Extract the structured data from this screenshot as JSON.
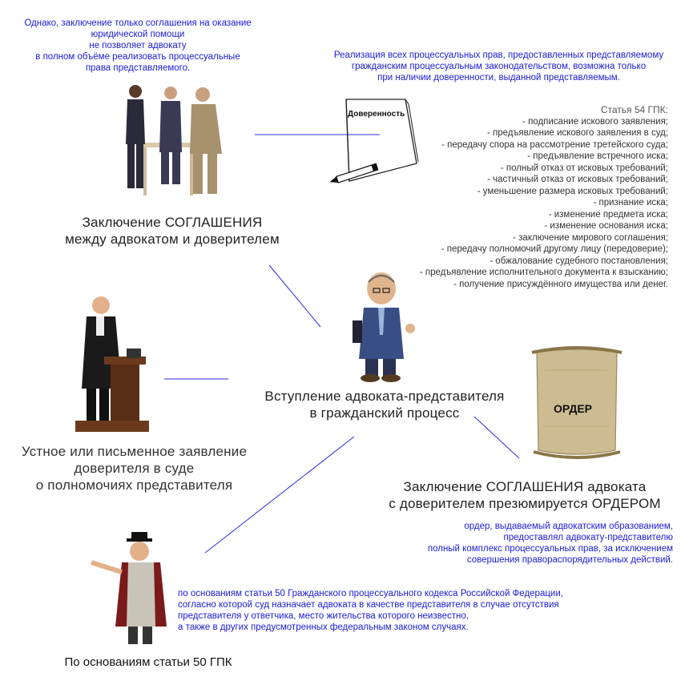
{
  "top_left_note": [
    "Однако, заключение только соглашения на оказание юридической помощи",
    "не позволяет адвокату",
    "в полном объёме реализовать процессуальные",
    "права представляемого."
  ],
  "top_right_note": [
    "Реализация всех процессуальных прав, предоставленных представляемому",
    "гражданским процессуальным законодательством, возможна только",
    "при наличии доверенности, выданной представляемым."
  ],
  "document_label": "Доверенность",
  "article": {
    "title": "Статья 54 ГПК:",
    "items": [
      "- подписание искового заявления;",
      "- предъявление искового заявления в суд;",
      "- передачу спора на рассмотрение третейского суда;",
      "- предъявление встречного иска;",
      "- полный отказ от исковых требований;",
      "- частичный отказ от исковых требований;",
      "- уменьшение размера исковых требований;",
      "- признание иска;",
      "- изменение предмета иска;",
      "- изменение основания иска;",
      "- заключение мирового соглашения;",
      "- передачу полномочий другому лицу (передоверие);",
      "- обжалование судебного постановления;",
      "- предъявление исполнительного документа к взысканию;",
      "- получение присуждённого имущества или денег."
    ]
  },
  "node_agreement": [
    "Заключение СОГЛАШЕНИЯ",
    "между адвокатом и доверителем"
  ],
  "node_center": [
    "Вступление адвоката-представителя",
    "в гражданский процесс"
  ],
  "node_statement": [
    "Устное или письменное заявление",
    "доверителя в суде",
    "о полномочиях представителя"
  ],
  "scroll_label": "ОРДЕР",
  "node_order": [
    "Заключение СОГЛАШЕНИЯ адвоката",
    "с доверителем презюмируется ОРДЕРОМ"
  ],
  "order_note": [
    "ордер, выдаваемый адвокатским образованием,",
    "предоставлял адвокату-представителю",
    "полный комплекс процессуальных прав, за исключением",
    "совершения правораспорядительных действий."
  ],
  "art50_note": [
    "по основаниям статьи 50 Гражданского процессуального кодекса Российской Федерации,",
    "согласно которой суд назначает адвоката в качестве представителя в случае отсутствия",
    "представителя у ответчика, место жительства которого неизвестно,",
    "а также в других предусмотренных федеральным законом случаях."
  ],
  "node_art50": "По основаниям статьи 50 ГПК",
  "colors": {
    "accent_blue": "#1a1adb",
    "line_blue": "#2a2ae0"
  }
}
